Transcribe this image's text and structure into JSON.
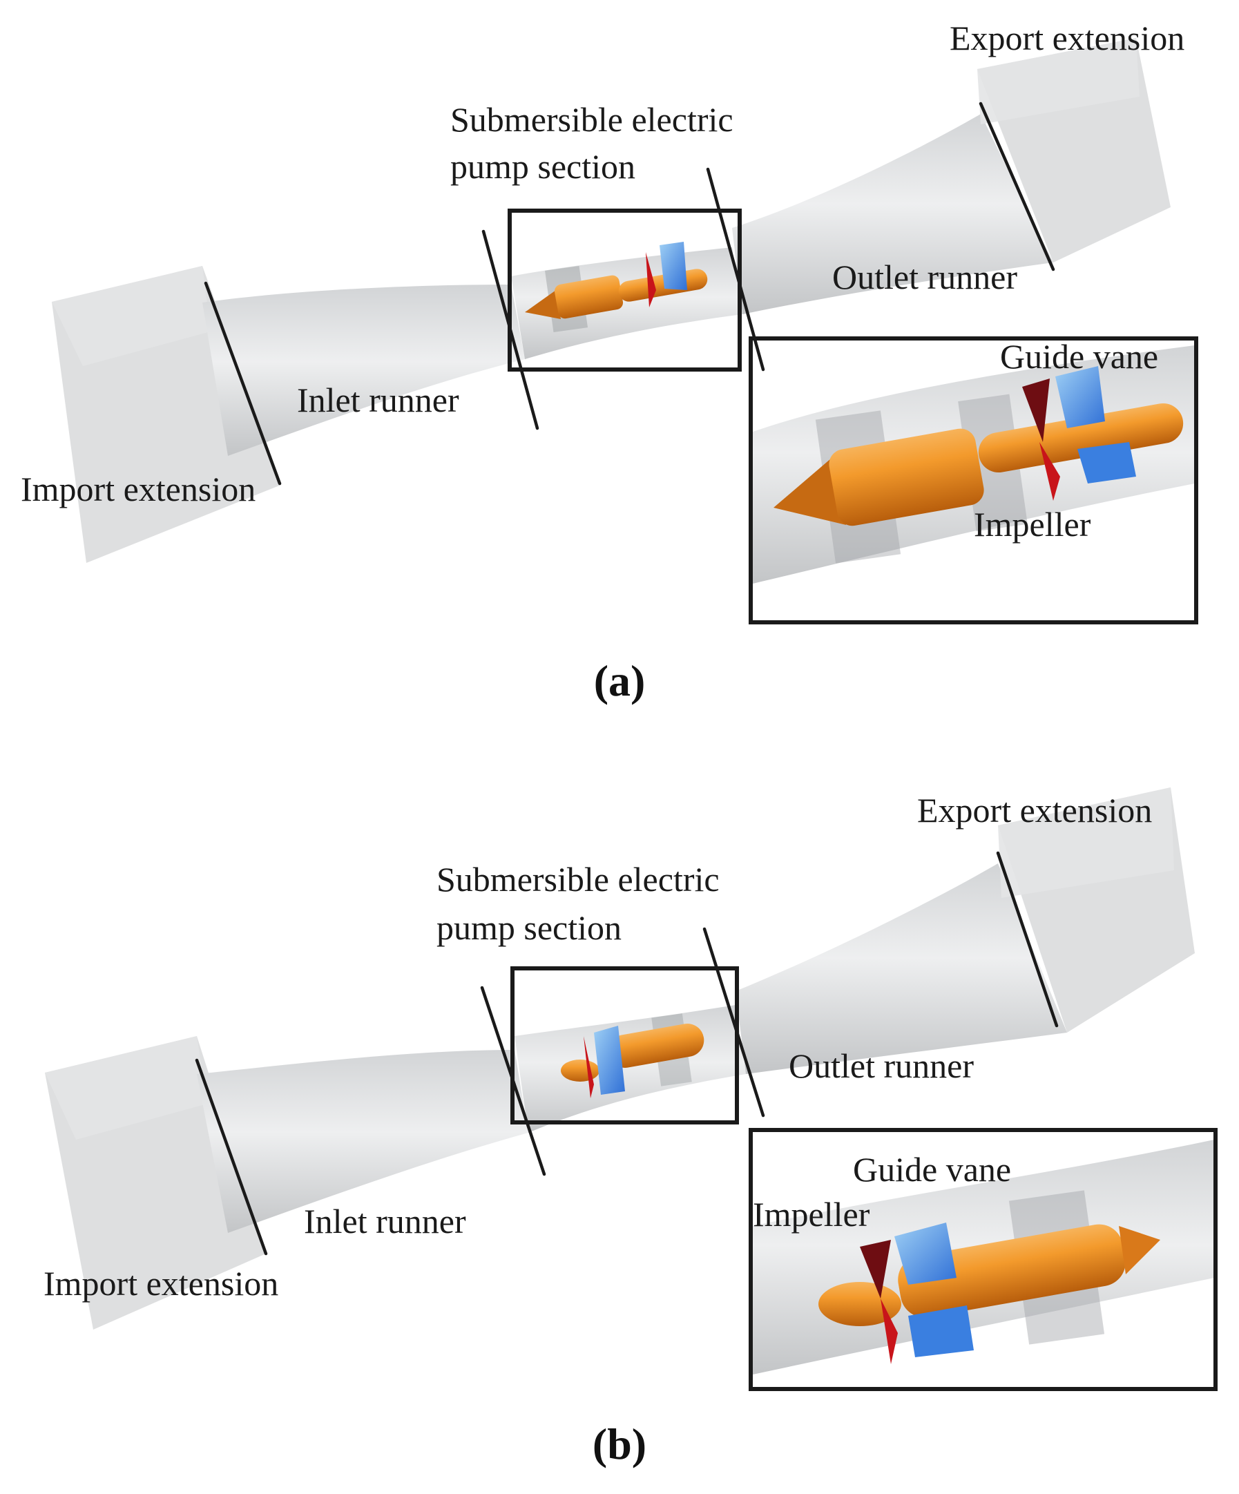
{
  "colors": {
    "pipe": "#c9cbcd",
    "pipe_light": "#e6e7e8",
    "box": "#d9dadb",
    "motor": "#ee8a1f",
    "impeller": "#c8141a",
    "impeller_dark": "#6e0d12",
    "guide_vane": "#3a7fe0",
    "guide_vane_light": "#8cc4f2",
    "line": "#1a1a1a"
  },
  "figures": [
    {
      "caption": "(a)",
      "labels": {
        "export_extension": "Export extension",
        "submersible_line1": "Submersible electric",
        "submersible_line2": "pump section",
        "outlet_runner": "Outlet runner",
        "guide_vane": "Guide vane",
        "inlet_runner": "Inlet runner",
        "import_extension": "Import extension",
        "impeller": "Impeller"
      }
    },
    {
      "caption": "(b)",
      "labels": {
        "export_extension": "Export extension",
        "submersible_line1": "Submersible electric",
        "submersible_line2": "pump section",
        "outlet_runner": "Outlet runner",
        "guide_vane": "Guide vane",
        "impeller": "Impeller",
        "inlet_runner": "Inlet runner",
        "import_extension": "Import extension"
      }
    }
  ]
}
